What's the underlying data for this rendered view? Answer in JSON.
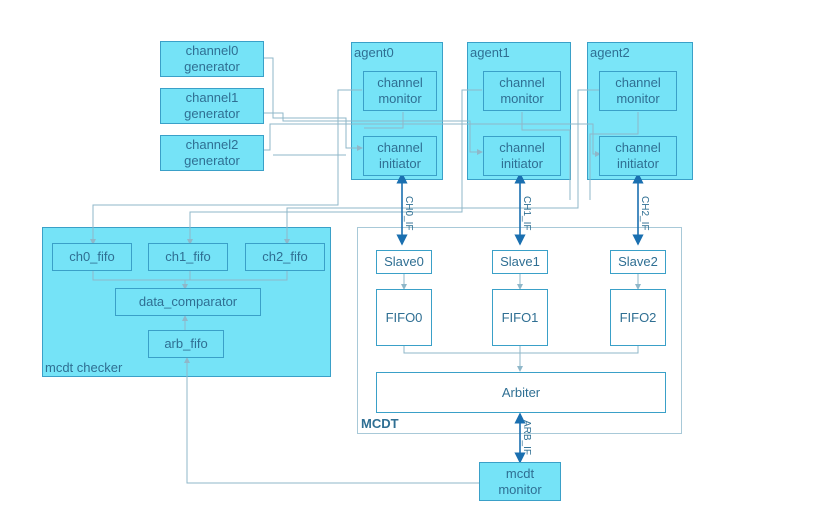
{
  "generators": [
    "channel0\ngenerator",
    "channel1\ngenerator",
    "channel2\ngenerator"
  ],
  "agents": [
    {
      "title": "agent0",
      "monitor": "channel\nmonitor",
      "initiator": "channel\ninitiator",
      "interface": "CH0_IF"
    },
    {
      "title": "agent1",
      "monitor": "channel\nmonitor",
      "initiator": "channel\ninitiator",
      "interface": "CH1_IF"
    },
    {
      "title": "agent2",
      "monitor": "channel\nmonitor",
      "initiator": "channel\ninitiator",
      "interface": "CH2_IF"
    }
  ],
  "checker": {
    "title": "mcdt checker",
    "fifos": [
      "ch0_fifo",
      "ch1_fifo",
      "ch2_fifo"
    ],
    "comparator": "data_comparator",
    "arb_fifo": "arb_fifo"
  },
  "mcdt": {
    "title": "MCDT",
    "slaves": [
      "Slave0",
      "Slave1",
      "Slave2"
    ],
    "fifos": [
      "FIFO0",
      "FIFO1",
      "FIFO2"
    ],
    "arbiter": "Arbiter",
    "arb_interface": "ARB_IF"
  },
  "mcdt_monitor": "mcdt\nmonitor",
  "colors": {
    "container_fill": "#75e3f7",
    "border": "#3aa0c8",
    "text": "#2f6f93",
    "connector": "#8fb7c9",
    "interface_arrow": "#1a6fb0"
  }
}
